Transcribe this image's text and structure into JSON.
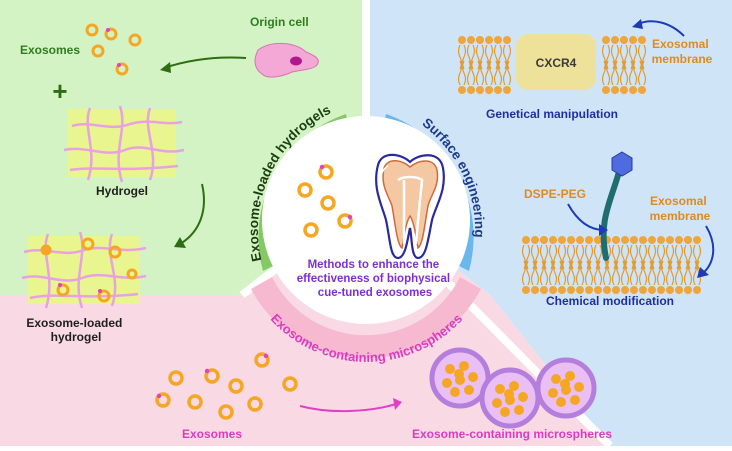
{
  "center": {
    "title_lines": [
      "Methods to enhance the",
      "effectiveness of biophysical",
      "cue-tuned exosomes"
    ]
  },
  "hydrogel_panel": {
    "arc_label": "Exosome-loaded hydrogels",
    "origin_cell": "Origin cell",
    "exosomes": "Exosomes",
    "plus": "+",
    "hydrogel": "Hydrogel",
    "loaded_line1": "Exosome-loaded",
    "loaded_line2": "hydrogel"
  },
  "surface_panel": {
    "arc_label": "Surface engineering",
    "cxcr4": "CXCR4",
    "exosomal_membrane_1a": "Exosomal",
    "exosomal_membrane_1b": "membrane",
    "genetical": "Genetical manipulation",
    "dspe_peg": "DSPE-PEG",
    "exosomal_membrane_2a": "Exosomal",
    "exosomal_membrane_2b": "membrane",
    "chemical": "Chemical modification"
  },
  "microsphere_panel": {
    "arc_label": "Exosome-containing microspheres",
    "exosomes": "Exosomes",
    "microspheres": "Exosome-containing microspheres"
  },
  "colors": {
    "green_bg": "#d4f3c4",
    "blue_bg": "#cfe5f7",
    "pink_bg": "#f9d9e4",
    "green_arc": "#84c966",
    "blue_arc": "#6ab7ee",
    "pink_arc": "#f7b9cf",
    "exosome": "#f5a623",
    "magenta": "#e040c8",
    "dark_green": "#2e7d1f",
    "navy": "#2a2a9c",
    "orange_text": "#e08a1e"
  }
}
